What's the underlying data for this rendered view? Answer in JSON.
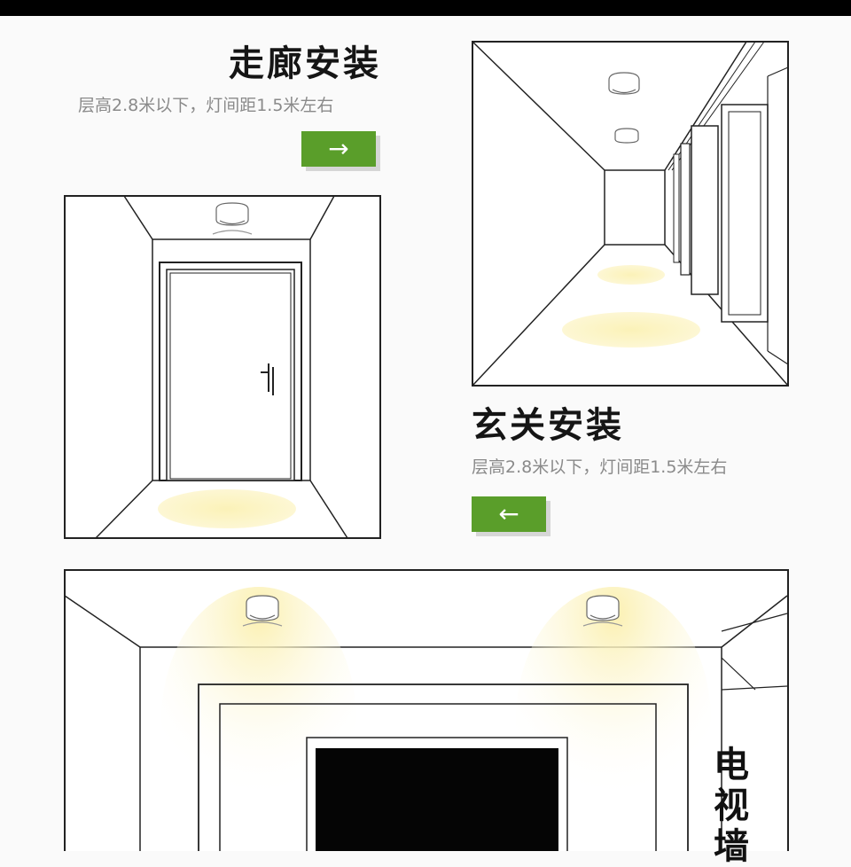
{
  "sections": {
    "corridor": {
      "title": "走廊安装",
      "subtitle": "层高2.8米以下，灯间距1.5米左右",
      "arrow": "→"
    },
    "entrance": {
      "title": "玄关安装",
      "subtitle": "层高2.8米以下，灯间距1.5米左右",
      "arrow": "←"
    },
    "tv_wall": {
      "title": "电视墙"
    }
  },
  "colors": {
    "accent_green": "#5a9e2a",
    "light_glow": "#fbf3c0",
    "line": "#222222"
  }
}
